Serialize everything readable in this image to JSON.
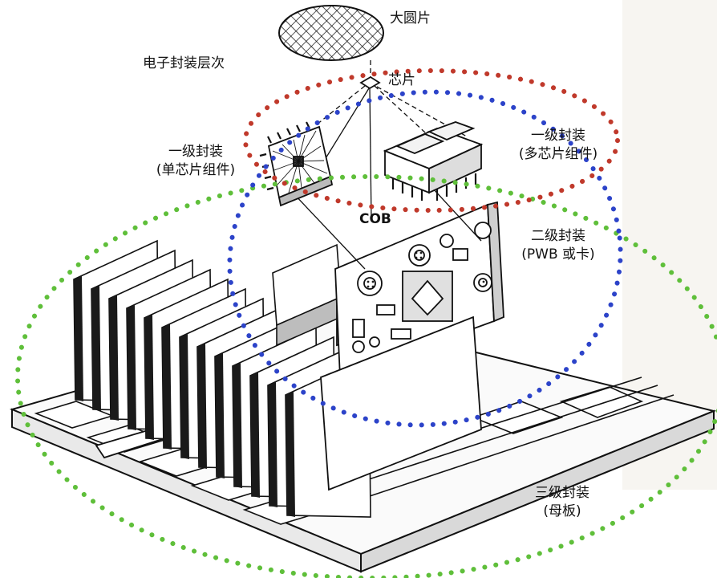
{
  "labels": {
    "title": "电子封装层次",
    "wafer": "大圆片",
    "chip": "芯片",
    "level1_single_line1": "一级封装",
    "level1_single_line2": "(单芯片组件)",
    "level1_multi_line1": "一级封装",
    "level1_multi_line2": "(多芯片组件)",
    "cob": "COB",
    "level2_line1": "二级封装",
    "level2_line2": "(PWB 或卡)",
    "level3_line1": "三级封装",
    "level3_line2": "(母板)"
  },
  "colors": {
    "level1_ring": "#c0392b",
    "level2_ring": "#2c43c9",
    "level3_ring": "#5fbf3a",
    "ink": "#111111",
    "side_panel": "#f7f5f1"
  }
}
